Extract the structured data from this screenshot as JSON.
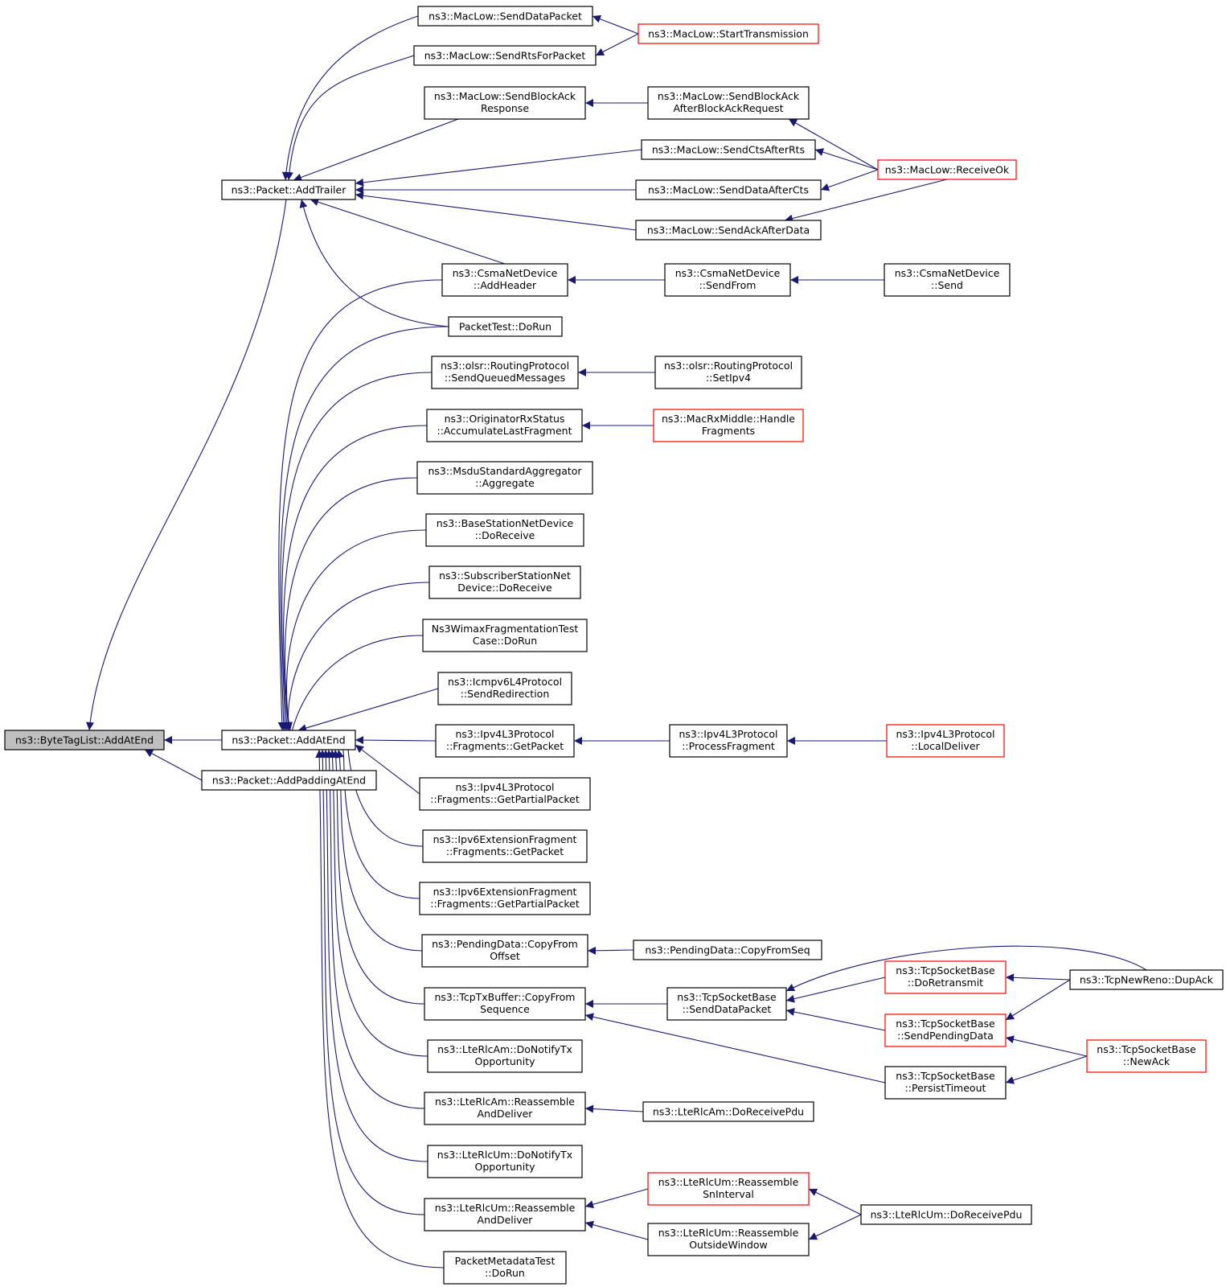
{
  "graph": {
    "nodes": [
      {
        "id": "root",
        "lines": [
          "ns3::ByteTagList::AddAtEnd"
        ],
        "root": true
      },
      {
        "id": "addTrailer",
        "lines": [
          "ns3::Packet::AddTrailer"
        ]
      },
      {
        "id": "addAtEnd",
        "lines": [
          "ns3::Packet::AddAtEnd"
        ]
      },
      {
        "id": "addPadding",
        "lines": [
          "ns3::Packet::AddPaddingAtEnd"
        ]
      },
      {
        "id": "sendDataPacket",
        "lines": [
          "ns3::MacLow::SendDataPacket"
        ]
      },
      {
        "id": "startTx",
        "lines": [
          "ns3::MacLow::StartTransmission"
        ],
        "red": true
      },
      {
        "id": "sendRts",
        "lines": [
          "ns3::MacLow::SendRtsForPacket"
        ]
      },
      {
        "id": "sendBlockAckResp",
        "lines": [
          "ns3::MacLow::SendBlockAck",
          "Response"
        ]
      },
      {
        "id": "sendBlockAckAfter",
        "lines": [
          "ns3::MacLow::SendBlockAck",
          "AfterBlockAckRequest"
        ]
      },
      {
        "id": "sendCtsAfterRts",
        "lines": [
          "ns3::MacLow::SendCtsAfterRts"
        ]
      },
      {
        "id": "receiveOk",
        "lines": [
          "ns3::MacLow::ReceiveOk"
        ],
        "red": true
      },
      {
        "id": "sendDataAfterCts",
        "lines": [
          "ns3::MacLow::SendDataAfterCts"
        ]
      },
      {
        "id": "sendAckAfterData",
        "lines": [
          "ns3::MacLow::SendAckAfterData"
        ]
      },
      {
        "id": "csmaAddHeader",
        "lines": [
          "ns3::CsmaNetDevice",
          "::AddHeader"
        ]
      },
      {
        "id": "csmaSendFrom",
        "lines": [
          "ns3::CsmaNetDevice",
          "::SendFrom"
        ]
      },
      {
        "id": "csmaSend",
        "lines": [
          "ns3::CsmaNetDevice",
          "::Send"
        ]
      },
      {
        "id": "packetTestDoRun",
        "lines": [
          "PacketTest::DoRun"
        ]
      },
      {
        "id": "olsrSendQueued",
        "lines": [
          "ns3::olsr::RoutingProtocol",
          "::SendQueuedMessages"
        ]
      },
      {
        "id": "olsrSetIpv4",
        "lines": [
          "ns3::olsr::RoutingProtocol",
          "::SetIpv4"
        ]
      },
      {
        "id": "originatorRx",
        "lines": [
          "ns3::OriginatorRxStatus",
          "::AccumulateLastFragment"
        ]
      },
      {
        "id": "macRxMiddle",
        "lines": [
          "ns3::MacRxMiddle::Handle",
          "Fragments"
        ],
        "red": true
      },
      {
        "id": "msduAgg",
        "lines": [
          "ns3::MsduStandardAggregator",
          "::Aggregate"
        ]
      },
      {
        "id": "bsDoReceive",
        "lines": [
          "ns3::BaseStationNetDevice",
          "::DoReceive"
        ]
      },
      {
        "id": "ssDoReceive",
        "lines": [
          "ns3::SubscriberStationNet",
          "Device::DoReceive"
        ]
      },
      {
        "id": "wimaxFrag",
        "lines": [
          "Ns3WimaxFragmentationTest",
          "Case::DoRun"
        ]
      },
      {
        "id": "icmpv6",
        "lines": [
          "ns3::Icmpv6L4Protocol",
          "::SendRedirection"
        ]
      },
      {
        "id": "ipv4GetPacket",
        "lines": [
          "ns3::Ipv4L3Protocol",
          "::Fragments::GetPacket"
        ]
      },
      {
        "id": "ipv4ProcessFrag",
        "lines": [
          "ns3::Ipv4L3Protocol",
          "::ProcessFragment"
        ]
      },
      {
        "id": "ipv4LocalDeliver",
        "lines": [
          "ns3::Ipv4L3Protocol",
          "::LocalDeliver"
        ],
        "red": true
      },
      {
        "id": "ipv4GetPartial",
        "lines": [
          "ns3::Ipv4L3Protocol",
          "::Fragments::GetPartialPacket"
        ]
      },
      {
        "id": "ipv6GetPacket",
        "lines": [
          "ns3::Ipv6ExtensionFragment",
          "::Fragments::GetPacket"
        ]
      },
      {
        "id": "ipv6GetPartial",
        "lines": [
          "ns3::Ipv6ExtensionFragment",
          "::Fragments::GetPartialPacket"
        ]
      },
      {
        "id": "pendingCopyFromOffset",
        "lines": [
          "ns3::PendingData::CopyFrom",
          "Offset"
        ]
      },
      {
        "id": "pendingCopyFromSeq",
        "lines": [
          "ns3::PendingData::CopyFromSeq"
        ]
      },
      {
        "id": "tcpTxCopyFromSeq",
        "lines": [
          "ns3::TcpTxBuffer::CopyFrom",
          "Sequence"
        ]
      },
      {
        "id": "tcpSendDataPacket",
        "lines": [
          "ns3::TcpSocketBase",
          "::SendDataPacket"
        ]
      },
      {
        "id": "tcpDoRetransmit",
        "lines": [
          "ns3::TcpSocketBase",
          "::DoRetransmit"
        ],
        "red": true
      },
      {
        "id": "tcpNewRenoDupAck",
        "lines": [
          "ns3::TcpNewReno::DupAck"
        ]
      },
      {
        "id": "tcpSendPending",
        "lines": [
          "ns3::TcpSocketBase",
          "::SendPendingData"
        ],
        "red": true
      },
      {
        "id": "tcpNewAck",
        "lines": [
          "ns3::TcpSocketBase",
          "::NewAck"
        ],
        "red": true
      },
      {
        "id": "tcpPersistTimeout",
        "lines": [
          "ns3::TcpSocketBase",
          "::PersistTimeout"
        ]
      },
      {
        "id": "lteAmNotifyTx",
        "lines": [
          "ns3::LteRlcAm::DoNotifyTx",
          "Opportunity"
        ]
      },
      {
        "id": "lteAmReassemble",
        "lines": [
          "ns3::LteRlcAm::Reassemble",
          "AndDeliver"
        ]
      },
      {
        "id": "lteAmDoReceivePdu",
        "lines": [
          "ns3::LteRlcAm::DoReceivePdu"
        ]
      },
      {
        "id": "lteUmNotifyTx",
        "lines": [
          "ns3::LteRlcUm::DoNotifyTx",
          "Opportunity"
        ]
      },
      {
        "id": "lteUmReassemble",
        "lines": [
          "ns3::LteRlcUm::Reassemble",
          "AndDeliver"
        ]
      },
      {
        "id": "lteUmReassembleSn",
        "lines": [
          "ns3::LteRlcUm::Reassemble",
          "SnInterval"
        ],
        "red": true
      },
      {
        "id": "lteUmReassembleOutside",
        "lines": [
          "ns3::LteRlcUm::Reassemble",
          "OutsideWindow"
        ]
      },
      {
        "id": "lteUmDoReceivePdu",
        "lines": [
          "ns3::LteRlcUm::DoReceivePdu"
        ]
      },
      {
        "id": "packetMetadataTest",
        "lines": [
          "PacketMetadataTest",
          "::DoRun"
        ]
      }
    ]
  }
}
